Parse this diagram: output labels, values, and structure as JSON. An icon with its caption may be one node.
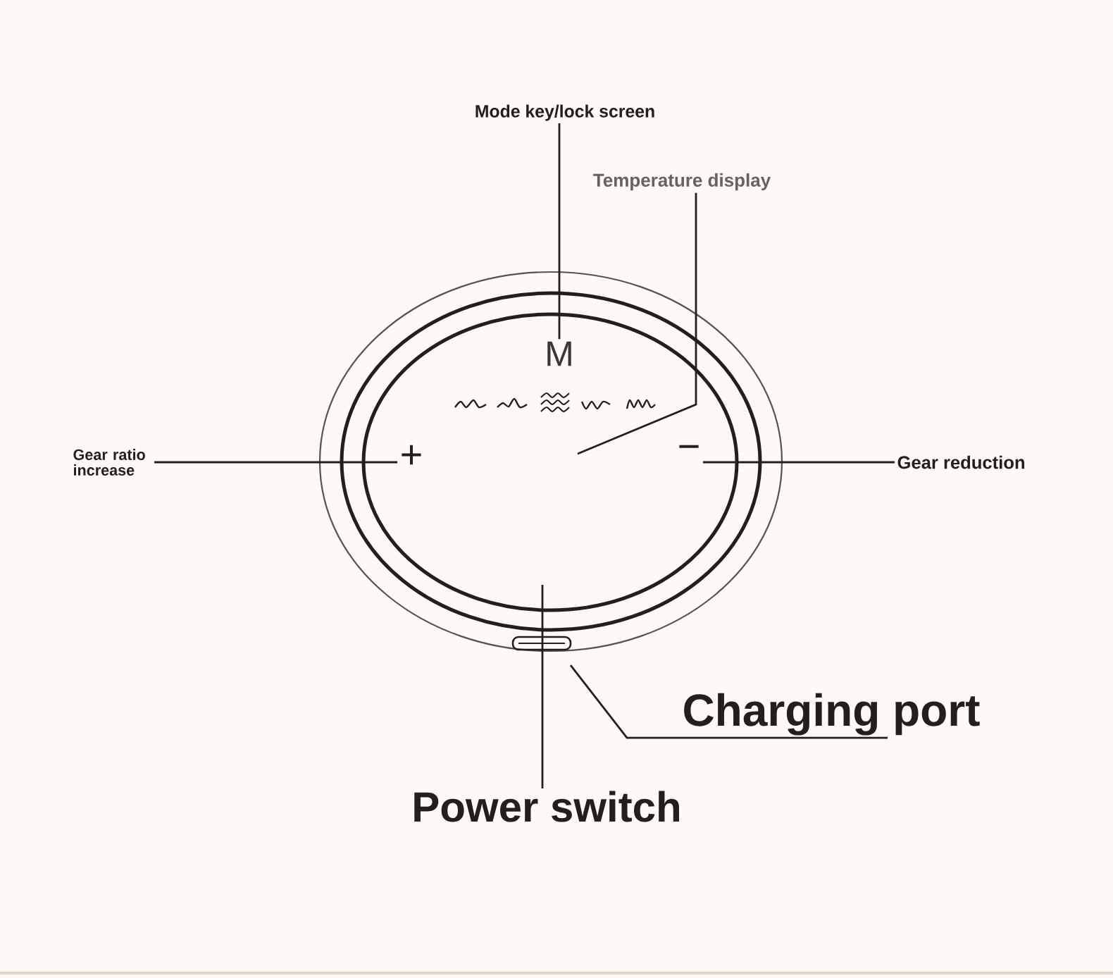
{
  "diagram": {
    "nodes": [
      {
        "text": [
          "Mode key/lock screen"
        ]
      },
      {
        "text": [
          "Temperature display"
        ]
      },
      {
        "text": [
          "M"
        ]
      },
      {
        "text": [
          "Gear ratio increase"
        ]
      },
      {
        "text": [
          "+"
        ]
      },
      {
        "text": [
          "−"
        ]
      },
      {
        "text": [
          "Gear reduction"
        ]
      },
      {
        "text": [
          "Charging port"
        ]
      },
      {
        "text": [
          "Power switch"
        ]
      }
    ],
    "edges": [
      {
        "from": 0,
        "to": 2,
        "arrow": "none"
      },
      {
        "from": 1,
        "to": null,
        "arrow": "none"
      },
      {
        "from": 3,
        "to": 4,
        "arrow": "none"
      },
      {
        "from": 6,
        "to": 5,
        "arrow": "none"
      },
      {
        "from": 7,
        "to": null,
        "arrow": "none"
      },
      {
        "from": 8,
        "to": null,
        "arrow": "none"
      }
    ]
  }
}
